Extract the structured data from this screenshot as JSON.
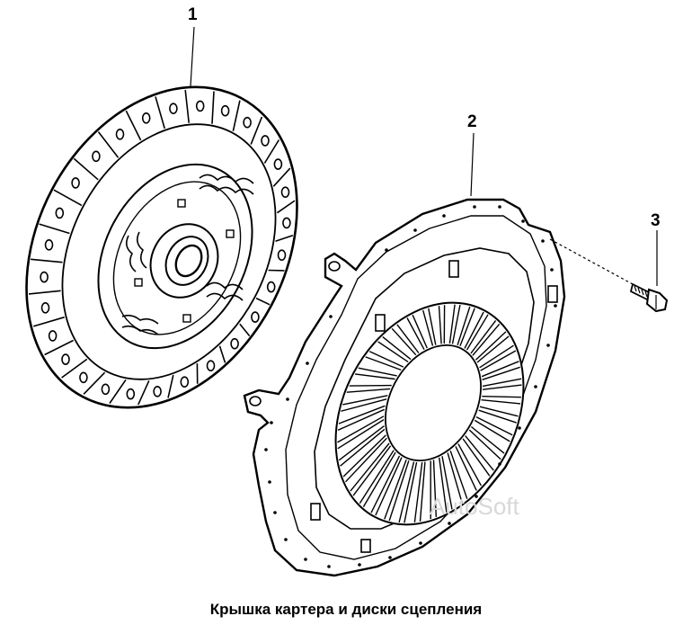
{
  "callouts": {
    "disc": "1",
    "cover": "2",
    "bolt": "3"
  },
  "caption": "Крышка картера и диски сцепления",
  "watermark": "AutoSoft",
  "colors": {
    "line": "#000000",
    "background": "#ffffff",
    "watermark": "#d8d8d8"
  }
}
